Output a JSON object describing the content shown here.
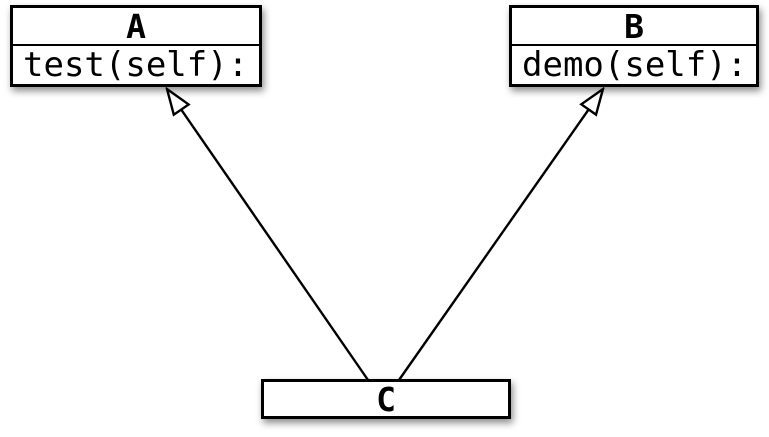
{
  "diagram": {
    "type": "uml-class-inheritance-diagram",
    "background_color": "#ffffff",
    "line_color": "#000000",
    "box_fill_color": "#ffffff",
    "nodes": [
      {
        "id": "A",
        "title": "A",
        "members": [
          "test(self):"
        ]
      },
      {
        "id": "B",
        "title": "B",
        "members": [
          "demo(self):"
        ]
      },
      {
        "id": "C",
        "title": "C",
        "members": []
      }
    ],
    "edges": [
      {
        "from": "C",
        "to": "A",
        "type": "inheritance",
        "arrowhead": "hollow-triangle"
      },
      {
        "from": "C",
        "to": "B",
        "type": "inheritance",
        "arrowhead": "hollow-triangle"
      }
    ]
  }
}
